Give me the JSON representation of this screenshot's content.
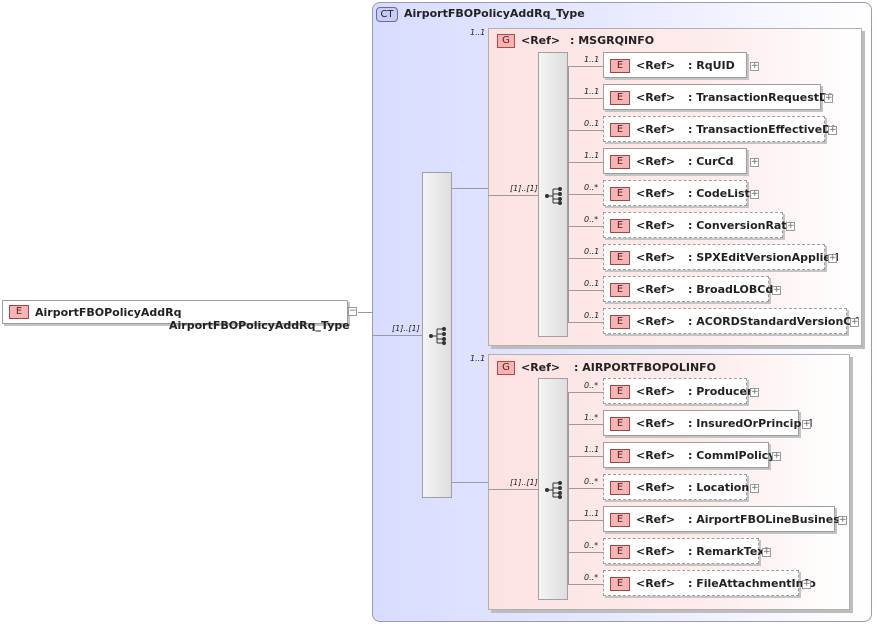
{
  "root": {
    "tag": "E",
    "name": "AirportFBOPolicyAddRq",
    "type_label": ": AirportFBOPolicyAddRq_Type",
    "toggle": "−"
  },
  "complex_type": {
    "tag": "CT",
    "name": "AirportFBOPolicyAddRq_Type",
    "sequence_occurrence": "[1]..[1]"
  },
  "groups": [
    {
      "tag": "G",
      "ref": "<Ref>",
      "name": ": MSGRQINFO",
      "occurrence": "1..1",
      "sequence_occurrence": "[1]..[1]",
      "elements": [
        {
          "occ": "1..1",
          "ref": "<Ref>",
          "name": ": RqUID",
          "optional": false
        },
        {
          "occ": "1..1",
          "ref": "<Ref>",
          "name": ": TransactionRequestDt",
          "optional": false
        },
        {
          "occ": "0..1",
          "ref": "<Ref>",
          "name": ": TransactionEffectiveDt",
          "optional": true
        },
        {
          "occ": "1..1",
          "ref": "<Ref>",
          "name": ": CurCd",
          "optional": false
        },
        {
          "occ": "0..*",
          "ref": "<Ref>",
          "name": ": CodeList",
          "optional": true
        },
        {
          "occ": "0..*",
          "ref": "<Ref>",
          "name": ": ConversionRate",
          "optional": true
        },
        {
          "occ": "0..1",
          "ref": "<Ref>",
          "name": ": SPXEditVersionApplied",
          "optional": true
        },
        {
          "occ": "0..1",
          "ref": "<Ref>",
          "name": ": BroadLOBCd",
          "optional": true
        },
        {
          "occ": "0..1",
          "ref": "<Ref>",
          "name": ": ACORDStandardVersionCd",
          "optional": true
        }
      ]
    },
    {
      "tag": "G",
      "ref": "<Ref>",
      "name": ": AIRPORTFBOPOLINFO",
      "occurrence": "1..1",
      "sequence_occurrence": "[1]..[1]",
      "elements": [
        {
          "occ": "0..*",
          "ref": "<Ref>",
          "name": ": Producer",
          "optional": true
        },
        {
          "occ": "1..*",
          "ref": "<Ref>",
          "name": ": InsuredOrPrincipal",
          "optional": false
        },
        {
          "occ": "1..1",
          "ref": "<Ref>",
          "name": ": CommlPolicy",
          "optional": false
        },
        {
          "occ": "0..*",
          "ref": "<Ref>",
          "name": ": Location",
          "optional": true
        },
        {
          "occ": "1..1",
          "ref": "<Ref>",
          "name": ": AirportFBOLineBusiness",
          "optional": false
        },
        {
          "occ": "0..*",
          "ref": "<Ref>",
          "name": ": RemarkText",
          "optional": true
        },
        {
          "occ": "0..*",
          "ref": "<Ref>",
          "name": ": FileAttachmentInfo",
          "optional": true
        }
      ]
    }
  ],
  "element_tag": "E",
  "expand_symbol": "+"
}
